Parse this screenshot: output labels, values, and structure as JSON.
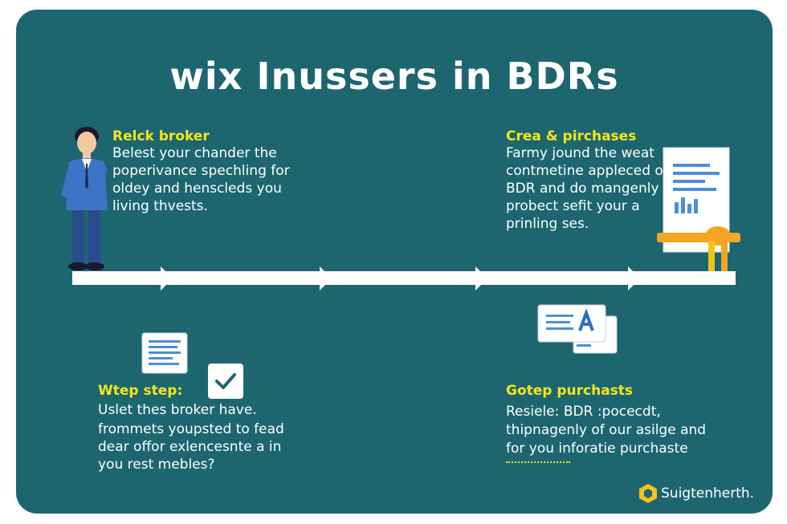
{
  "title": "wix Inussers in BDRs",
  "steps": [
    {
      "heading": "Relck broker",
      "lines": [
        "Belest your chander the",
        "poperivance spechling for",
        "oldey and henscleds you",
        "living thvests."
      ]
    },
    {
      "heading": "Crea & pirchases",
      "lines": [
        "Farmy jound the weat",
        "contmetine appleced of",
        "BDR and do mangenly",
        "probect sefit your a",
        "prinling ses."
      ]
    },
    {
      "heading": "Wtep step:",
      "lines": [
        "Uslet thes broker have.",
        "frommets youpsted to fead",
        "dear offor exlencesnte a in",
        "you rest mebles?"
      ]
    },
    {
      "heading": "Gotep purchasts",
      "lines": [
        "Resiele: BDR :pocecdt,",
        "thipnagenly of our asilge and",
        "for you inforatie purchaste"
      ]
    }
  ],
  "brand": {
    "name": "Suigtenherth."
  },
  "colors": {
    "background": "#1d6670",
    "accent": "#f4e61a",
    "ribbon": "#f2a623"
  },
  "icons": [
    "person-icon",
    "document-icon",
    "check-icon",
    "card-icon",
    "certificate-icon",
    "brand-logo-icon"
  ]
}
